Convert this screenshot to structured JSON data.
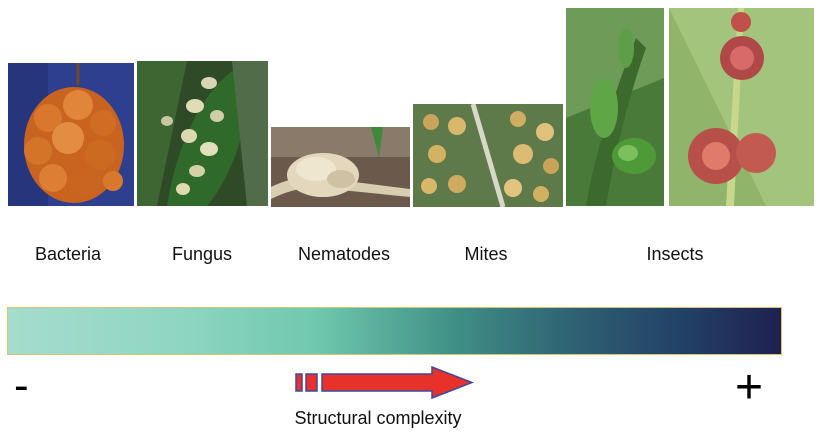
{
  "gall_types": [
    {
      "label": "Bacteria",
      "image": "bacterial-gall-photo"
    },
    {
      "label": "Fungus",
      "image": "fungal-gall-photo"
    },
    {
      "label": "Nematodes",
      "image": "nematode-gall-photo"
    },
    {
      "label": "Mites",
      "image": "mite-gall-photo"
    },
    {
      "label": "Insects",
      "image": "insect-gall-photos"
    }
  ],
  "scale": {
    "low_symbol": "-",
    "high_symbol": "+",
    "caption": "Structural complexity",
    "gradient_colors": [
      "#a6dccd",
      "#6fc8ad",
      "#2e5f72",
      "#1f2050"
    ]
  },
  "colors": {
    "arrow_fill": "#e8312a",
    "arrow_outline": "#3b4a9c",
    "bar_border": "#d9c46a"
  }
}
